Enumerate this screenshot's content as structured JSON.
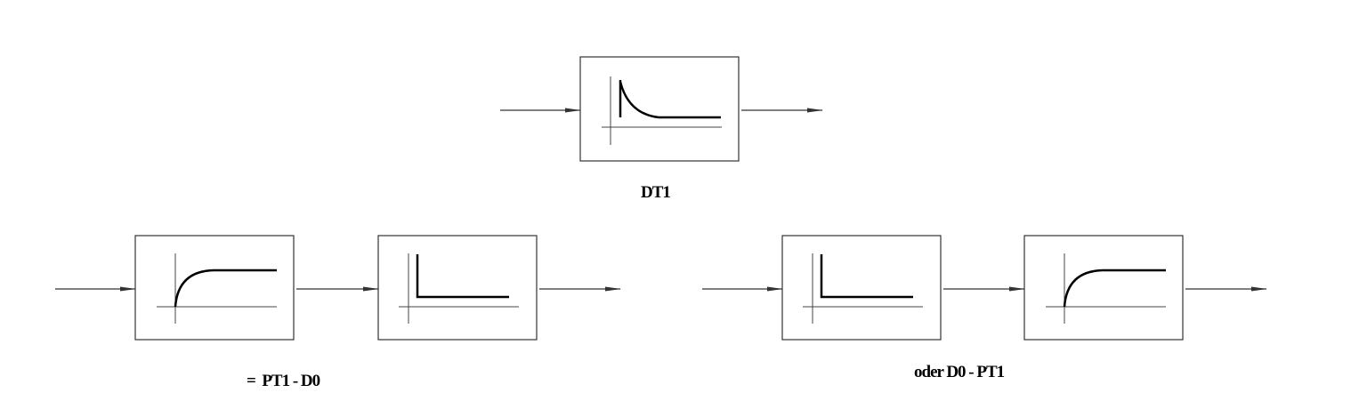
{
  "diagram": {
    "labels": {
      "dt1": "DT1",
      "pt1_d0": "=  PT1 - D0",
      "d0_pt1": "oder D0 - PT1"
    },
    "blocks": [
      {
        "id": "dt1-block",
        "response": "dt1"
      },
      {
        "id": "pt1-block-left",
        "response": "pt1"
      },
      {
        "id": "d0-block-left",
        "response": "d0"
      },
      {
        "id": "d0-block-right",
        "response": "d0"
      },
      {
        "id": "pt1-block-right",
        "response": "pt1"
      }
    ],
    "colors": {
      "line": "#000000",
      "background": "#ffffff"
    }
  }
}
